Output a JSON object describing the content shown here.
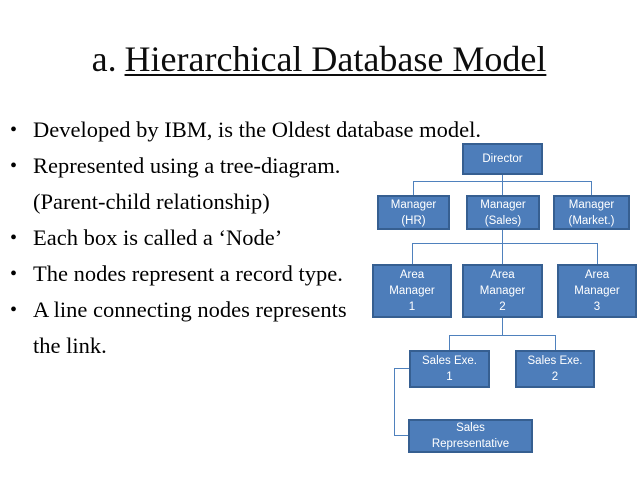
{
  "title": {
    "prefix": "a.",
    "text": "Hierarchical Database Model"
  },
  "bullets": [
    {
      "marker": "•",
      "text": "Developed by IBM, is the Oldest database model."
    },
    {
      "marker": "•",
      "text": "Represented using a tree-diagram."
    },
    {
      "marker": "",
      "text": "(Parent-child relationship)"
    },
    {
      "marker": "•",
      "text": "Each box is called a ‘Node’"
    },
    {
      "marker": "•",
      "text": "The nodes represent a record type."
    },
    {
      "marker": "•",
      "text": "A line connecting nodes represents"
    },
    {
      "marker": "",
      "text": "the link."
    }
  ],
  "diagram": {
    "nodes": {
      "director": "Director",
      "manager_hr": "Manager\n(HR)",
      "manager_sales": "Manager\n(Sales)",
      "manager_market": "Manager\n(Market.)",
      "area_manager_1": "Area\nManager\n1",
      "area_manager_2": "Area\nManager\n2",
      "area_manager_3": "Area\nManager\n3",
      "sales_exe_1": "Sales Exe.\n1",
      "sales_exe_2": "Sales Exe.\n2",
      "sales_representative": "Sales\nRepresentative"
    },
    "colors": {
      "node_fill": "#4d7dba",
      "node_border": "#365f91",
      "connector": "#4f81bd",
      "text": "#ffffff"
    }
  }
}
